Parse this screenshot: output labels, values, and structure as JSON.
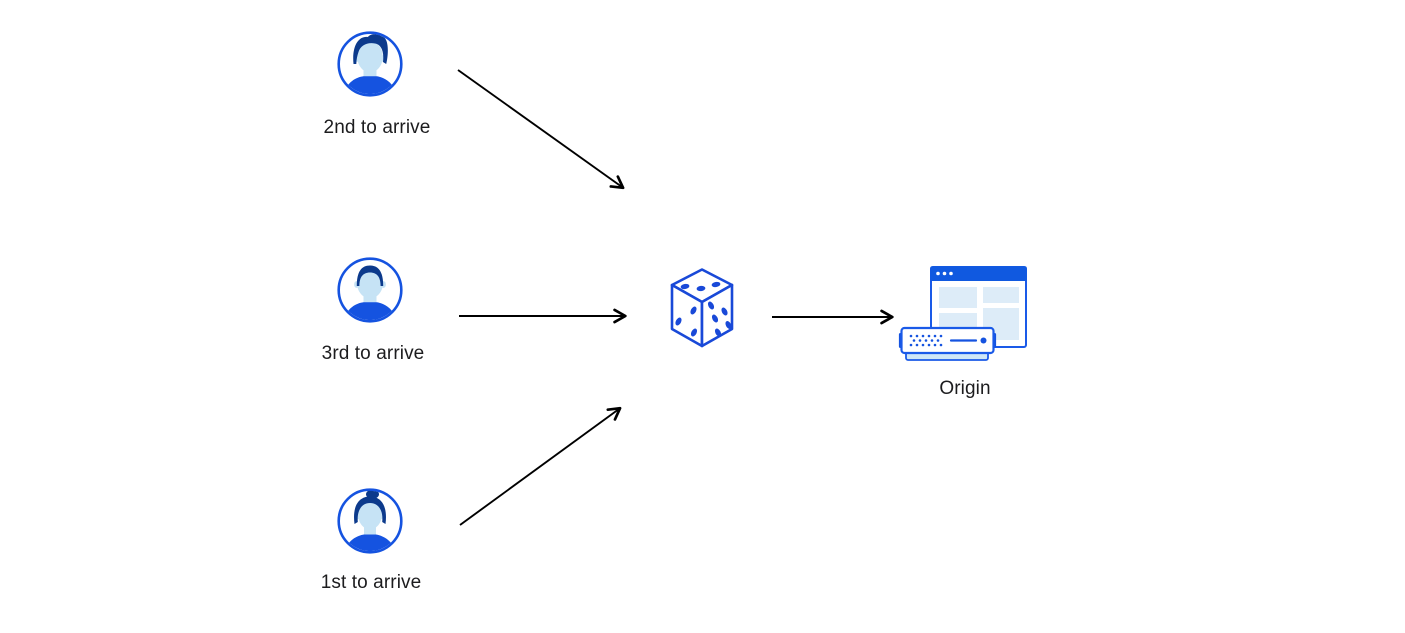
{
  "diagram": {
    "description": "Random traffic steering diagram: three visitors routed via dice randomizer to an origin server",
    "background": "#ffffff",
    "nodes": {
      "visitor_top": {
        "label": "2nd to arrive",
        "icon": "user-male-quiff-avatar-icon"
      },
      "visitor_middle": {
        "label": "3rd to arrive",
        "icon": "user-male-short-hair-avatar-icon"
      },
      "visitor_bottom": {
        "label": "1st to arrive",
        "icon": "user-female-bun-avatar-icon"
      },
      "randomizer": {
        "label": "",
        "icon": "dice-icon"
      },
      "origin": {
        "label": "Origin",
        "icon": "origin-browser-server-icon"
      }
    },
    "arrows": [
      {
        "from": "visitor_top",
        "to": "randomizer",
        "direction": "down-right"
      },
      {
        "from": "visitor_middle",
        "to": "randomizer",
        "direction": "right"
      },
      {
        "from": "visitor_bottom",
        "to": "randomizer",
        "direction": "up-right"
      },
      {
        "from": "randomizer",
        "to": "origin",
        "direction": "right"
      }
    ],
    "colors": {
      "primary_blue": "#1553e0",
      "dark_hair_blue": "#0c3a8c",
      "light_face_blue": "#c6e3f5",
      "panel_light_blue": "#ddecf8",
      "server_base_blue": "#cfe7f7",
      "titlebar_blue": "#1059e0",
      "arrow_black": "#000000",
      "label_text": "#1c1c1e"
    }
  }
}
